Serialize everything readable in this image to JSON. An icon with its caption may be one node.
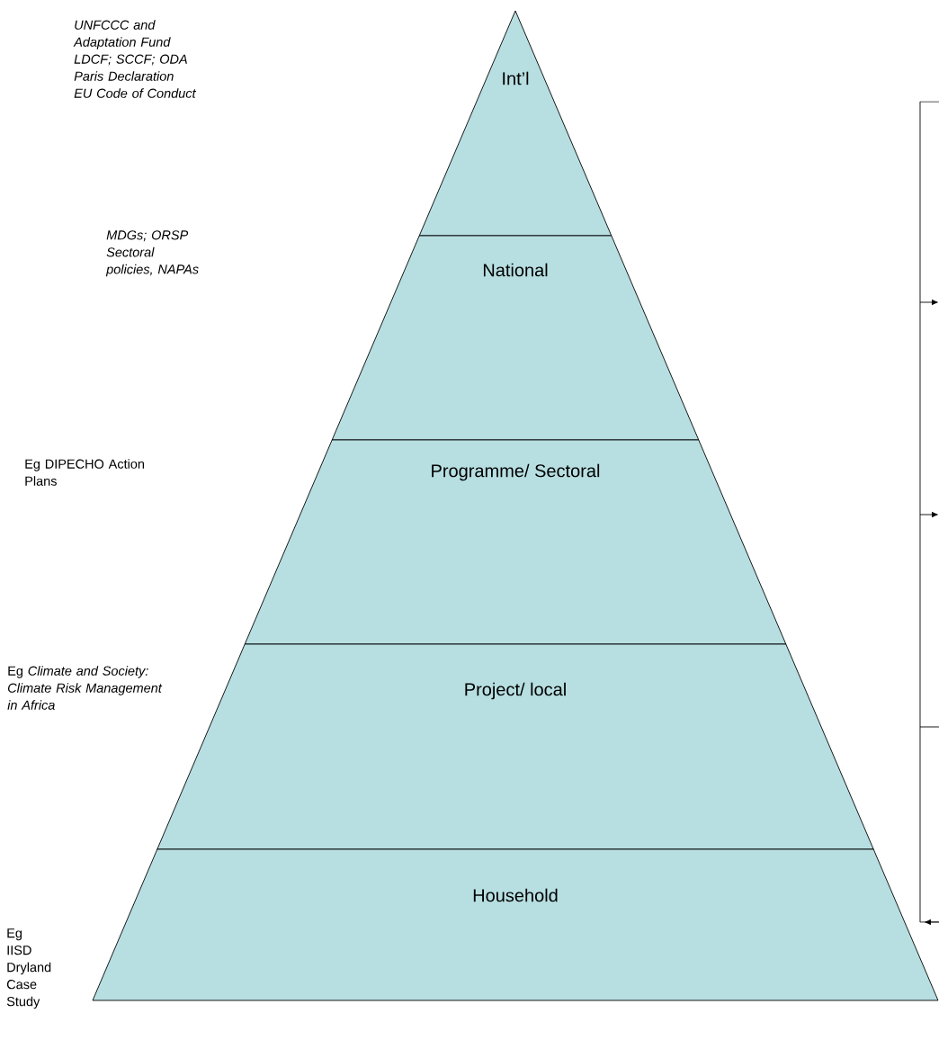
{
  "diagram": {
    "nodes": [
      {
        "text": [
          "Int’l"
        ]
      },
      {
        "text": [
          "National"
        ]
      },
      {
        "text": [
          "Programme/ Sectoral"
        ]
      },
      {
        "text": [
          "Project/ local"
        ]
      },
      {
        "text": [
          "Household"
        ]
      }
    ],
    "labels": [
      "UNFCCC and Adaptation Fund",
      "LDCF; SCCF; ODA",
      "Paris Declaration",
      "EU Code of Conduct",
      "MDGs; ORSP",
      "Sectoral policies, NAPAs",
      "Eg DIPECHO Action Plans",
      "Eg *Climate and Society: Climate Risk Management in Africa*",
      "Eg IISD Dryland Case Study"
    ]
  }
}
